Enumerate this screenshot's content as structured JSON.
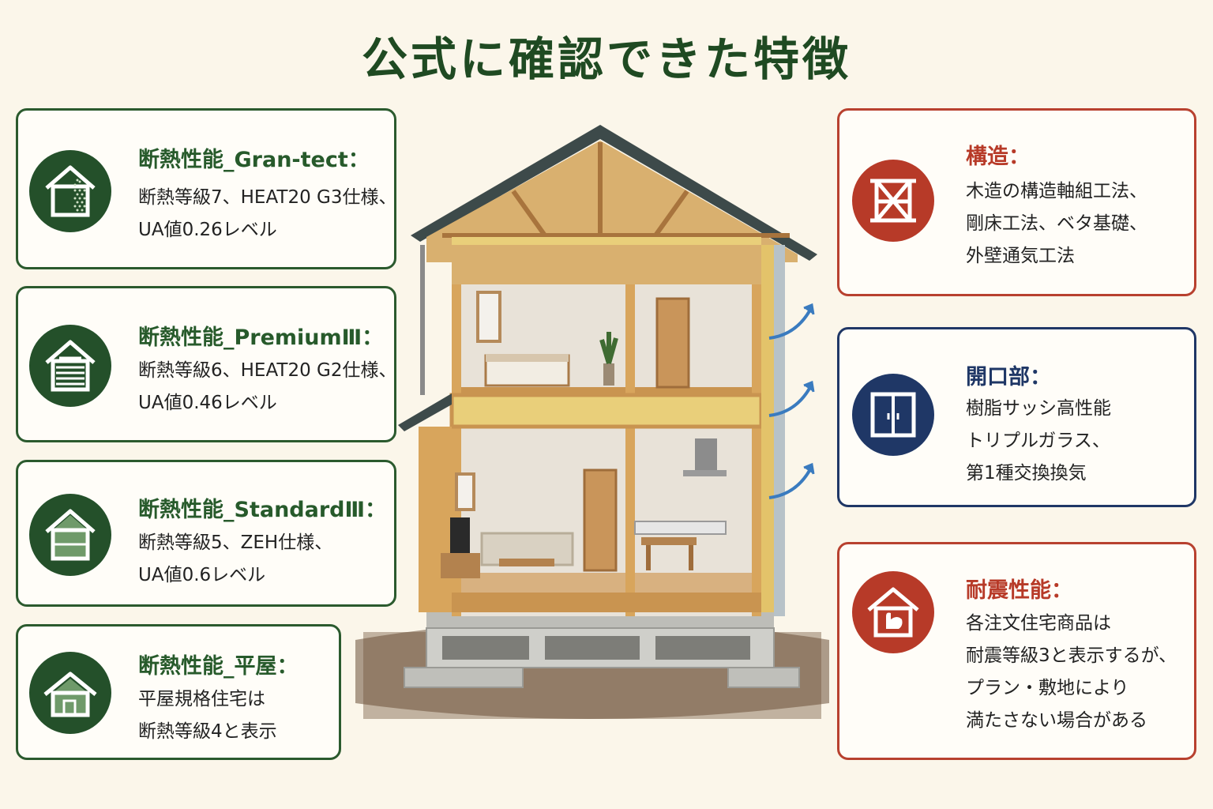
{
  "title": "公式に確認できた特徴",
  "left_cards": [
    {
      "title": "断熱性能_Gran-tect：",
      "lines": [
        "断熱等級7、HEAT20 G3仕様、",
        "UA値0.26レベル"
      ],
      "icon": "house-dense-insulation-icon"
    },
    {
      "title": "断熱性能_PremiumⅢ：",
      "lines": [
        "断熱等級6、HEAT20 G2仕様、",
        "UA値0.46レベル"
      ],
      "icon": "house-striped-insulation-icon"
    },
    {
      "title": "断熱性能_StandardⅢ：",
      "lines": [
        "断熱等級5、ZEH仕様、",
        "UA値0.6レベル"
      ],
      "icon": "house-filled-insulation-icon"
    },
    {
      "title": "断熱性能_平屋：",
      "lines": [
        "平屋規格住宅は",
        "断熱等級4と表示"
      ],
      "icon": "single-story-house-icon"
    }
  ],
  "right_cards": [
    {
      "title": "構造：",
      "lines": [
        "木造の構造軸組工法、",
        "剛床工法、ベタ基礎、",
        "外壁通気工法"
      ],
      "icon": "timber-frame-icon",
      "color": "#b73a28"
    },
    {
      "title": "開口部：",
      "lines": [
        "樹脂サッシ高性能",
        "トリプルガラス、",
        "第1種交換換気"
      ],
      "icon": "window-icon",
      "color": "#1f3766"
    },
    {
      "title": "耐震性能：",
      "lines": [
        "各注文住宅商品は",
        "耐震等級3と表示するが、",
        "プラン・敷地により",
        "満たさない場合がある"
      ],
      "icon": "strong-house-icon",
      "color": "#b73a28"
    }
  ],
  "colors": {
    "green": "#24502a",
    "red": "#b73a28",
    "navy": "#1f3766",
    "background": "#fbf6ea"
  }
}
